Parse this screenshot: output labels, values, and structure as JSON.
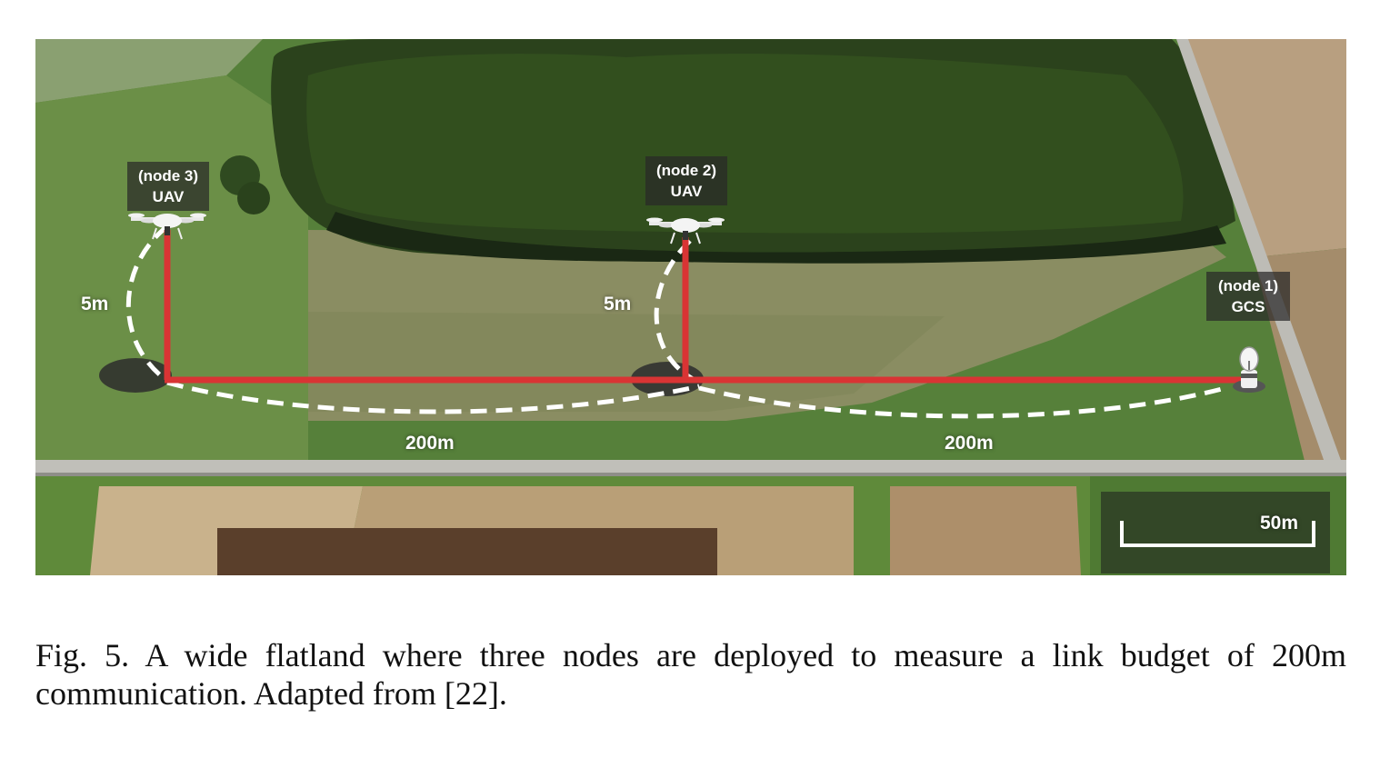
{
  "figure": {
    "nodes": [
      {
        "id": "node3",
        "label": "(node 3)",
        "role": "UAV",
        "height_label": "5m"
      },
      {
        "id": "node2",
        "label": "(node 2)",
        "role": "UAV",
        "height_label": "5m"
      },
      {
        "id": "node1",
        "label": "(node 1)",
        "role": "GCS"
      }
    ],
    "distances": [
      "200m",
      "200m"
    ],
    "scale_bar": "50m",
    "colors": {
      "link": "#d93434",
      "grass": "#5f8a3a",
      "forest": "#253a1a",
      "road": "#b8b8b4"
    }
  },
  "caption": {
    "text": "Fig. 5.  A wide flatland where three nodes are deployed to measure a link budget of 200m communication. Adapted from [22]."
  }
}
